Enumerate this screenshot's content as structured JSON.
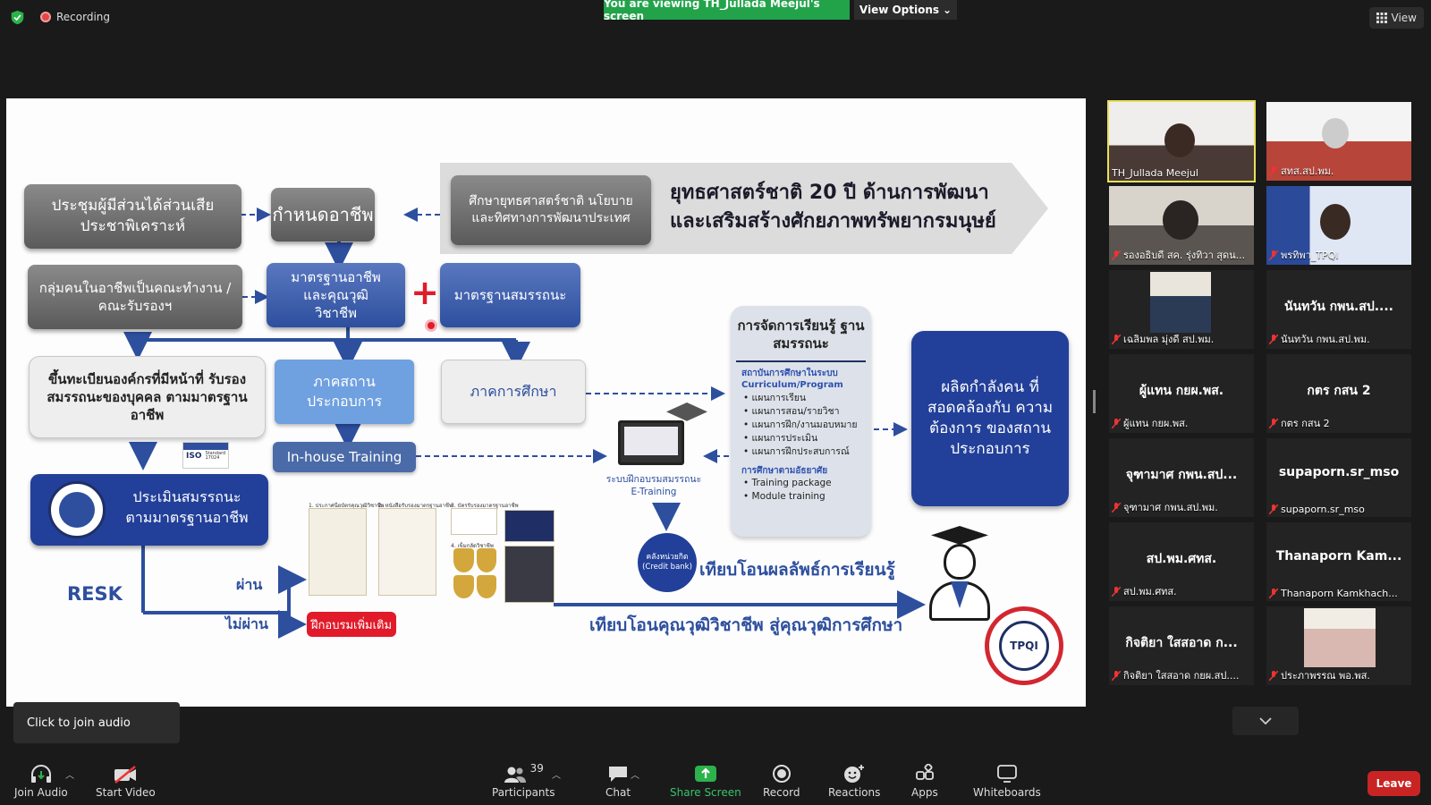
{
  "topbar": {
    "recording_label": "Recording",
    "viewing_banner": "You are viewing TH_Jullada Meejul's screen",
    "view_options_label": "View Options",
    "view_label": "View"
  },
  "slide": {
    "stakeholder_box": "ประชุมผู้มีส่วนได้ส่วนเสีย ประชาพิเคราะห์",
    "define_occupation": "กำหนดอาชีพ",
    "national_strategy_box": "ศึกษายุทธศาสตร์ชาติ นโยบาย และทิศทางการพัฒนาประเทศ",
    "strategy_line1": "ยุทธศาสตร์ชาติ 20 ปี ด้านการพัฒนา",
    "strategy_line2": "และเสริมสร้างศักยภาพทรัพยากรมนุษย์",
    "working_group_box": "กลุ่มคนในอาชีพเป็นคณะทำงาน /คณะรับรองฯ",
    "occ_standard_box": "มาตรฐานอาชีพ และคุณวุฒิวิชาชีพ",
    "plus_sign": "+",
    "competency_standard_box": "มาตรฐานสมรรถนะ",
    "register_org_box": "ขึ้นทะเบียนองค์กรที่มีหน้าที่ รับรองสมรรถนะของบุคคล ตามมาตรฐานอาชีพ",
    "workplace_box": "ภาคสถาน ประกอบการ",
    "education_box": "ภาคการศึกษา",
    "inhouse_box": "In-house Training",
    "iso_label": "ISO",
    "iso_standard": "Standard 17024",
    "assess_box": "ประเมินสมรรถนะ ตามมาตรฐานอาชีพ",
    "resk": "RESK",
    "pass_label": "ผ่าน",
    "fail_label": "ไม่ผ่าน",
    "extra_training": "ฝึกอบรมเพิ่มเติม",
    "etraining_label": "ระบบฝึกอบรมสมรรถนะ E-Training",
    "credit_bank": "คลังหน่วยกิต (Credit bank)",
    "transfer_results": "เทียบโอนผลลัพธ์การเรียนรู้",
    "transfer_qualification": "เทียบโอนคุณวุฒิวิชาชีพ สู่คุณวุฒิการศึกษา",
    "learning_panel": {
      "title": "การจัดการเรียนรู้ ฐานสมรรถนะ",
      "sub1": "สถาบันการศึกษาในระบบ Curriculum/Program",
      "items1": [
        "• แผนการเรียน",
        "• แผนการสอน/รายวิชา",
        "• แผนการฝึก/งานมอบหมาย",
        "• แผนการประเมิน",
        "• แผนการฝึกประสบการณ์"
      ],
      "sub2": "การศึกษาตามอัธยาศัย",
      "items2": [
        "• Training package",
        "• Module training"
      ]
    },
    "workforce_box": "ผลิตกำลังคน ที่สอดคล้องกับ ความต้องการ ของสถานประกอบการ",
    "tpqi_label": "TPQI",
    "cert_labels": [
      "1. ประกาศนียบัตรคุณวุฒิวิชาชีพ",
      "2. หนังสือรับรองมาตรฐานอาชีพ",
      "3. บัตรรับรองมาตรฐานอาชีพ",
      "4. เข็มกลัดวิชาชีพ"
    ]
  },
  "participants_panel": {
    "tiles": [
      {
        "name": "TH_Jullada Meejul",
        "display": "",
        "video": true,
        "active": true
      },
      {
        "name": "สทส.สป.พม.",
        "display": "",
        "video": true
      },
      {
        "name": "รองอธิบดี สค. รุ่งทิวา สุดน...",
        "display": "",
        "video": true
      },
      {
        "name": "พรทิพา_TPQI",
        "display": "",
        "video": true
      },
      {
        "name": "เฉลิมพล มุ่งดี สป.พม.",
        "display": "",
        "video": true
      },
      {
        "name": "นันทวัน กพน.สป.พม.",
        "display": "นันทวัน กพน.สป....",
        "video": false
      },
      {
        "name": "ผู้แทน กยผ.พส.",
        "display": "ผู้แทน กยผ.พส.",
        "video": false
      },
      {
        "name": "กตร กสน 2",
        "display": "กตร กสน 2",
        "video": false
      },
      {
        "name": "จุฑามาศ กพน.สป.พม.",
        "display": "จุฑามาศ กพน.สป...",
        "video": false
      },
      {
        "name": "supaporn.sr_mso",
        "display": "supaporn.sr_mso",
        "video": false
      },
      {
        "name": "สป.พม.ศทส.",
        "display": "สป.พม.ศทส.",
        "video": false
      },
      {
        "name": "Thanaporn Kamkhach...",
        "display": "Thanaporn  Kam...",
        "video": false
      },
      {
        "name": "กิจติยา ใสสอาด กยผ.สป....",
        "display": "กิจติยา ใสสอาด ก...",
        "video": false
      },
      {
        "name": "ประภาพรรณ พอ.พส.",
        "display": "",
        "video": true
      }
    ]
  },
  "tooltip": "Click to join audio",
  "toolbar": {
    "join_audio": "Join Audio",
    "start_video": "Start Video",
    "participants": "Participants",
    "participants_count": "39",
    "chat": "Chat",
    "share_screen": "Share Screen",
    "record": "Record",
    "reactions": "Reactions",
    "apps": "Apps",
    "whiteboards": "Whiteboards",
    "leave": "Leave"
  },
  "colors": {
    "share_green": "#22a34a",
    "leave_red": "#c92424",
    "active_speaker": "#e8e05a",
    "slide_navy": "#2d4f9e"
  }
}
